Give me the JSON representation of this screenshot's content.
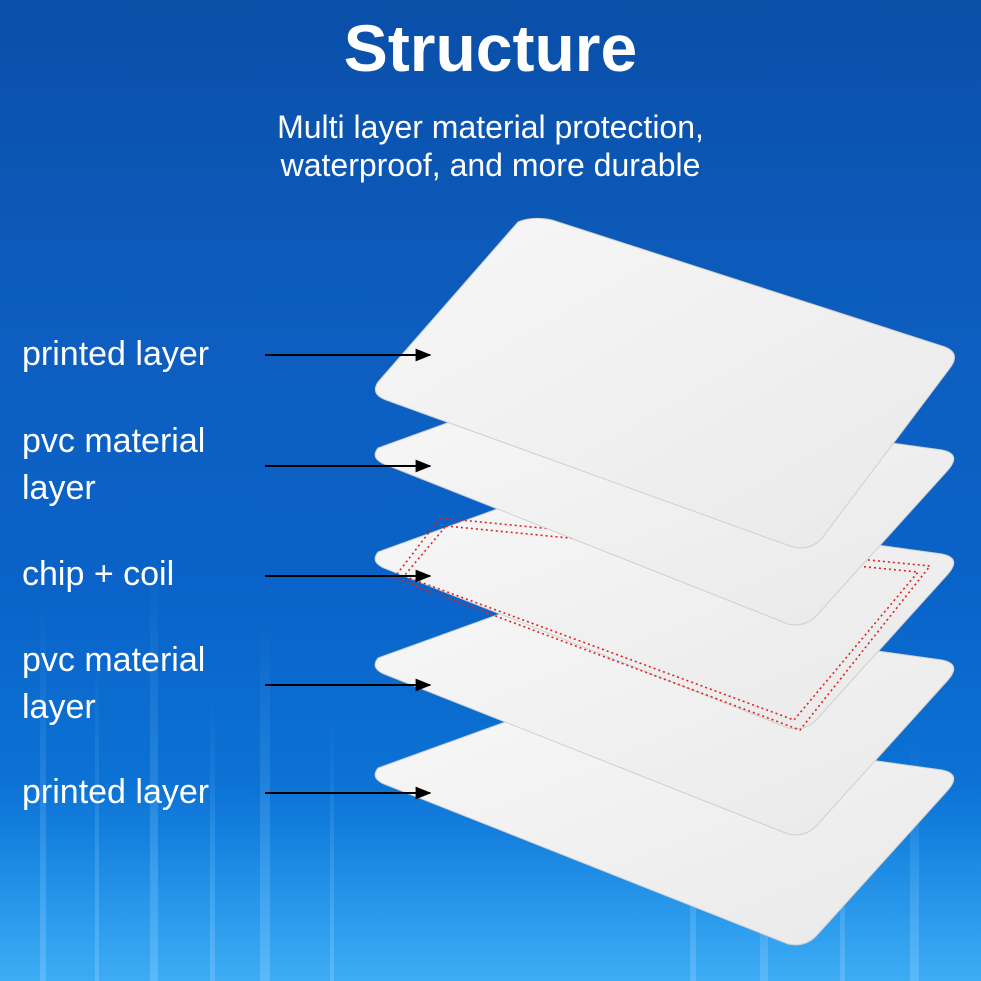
{
  "title": "Structure",
  "subtitle": {
    "line1": "Multi layer material protection,",
    "line2": "waterproof, and more durable"
  },
  "layers": [
    {
      "label_lines": [
        "printed layer"
      ]
    },
    {
      "label_lines": [
        "pvc material",
        "layer"
      ]
    },
    {
      "label_lines": [
        "chip + coil"
      ]
    },
    {
      "label_lines": [
        "pvc material",
        "layer"
      ]
    },
    {
      "label_lines": [
        "printed layer"
      ]
    }
  ],
  "colors": {
    "background_top": "#0a4fa8",
    "background_bottom": "#1a8fe6",
    "card": "#f2f2f2",
    "coil": "#e0231c",
    "arrow": "#000000",
    "text": "#ffffff"
  }
}
